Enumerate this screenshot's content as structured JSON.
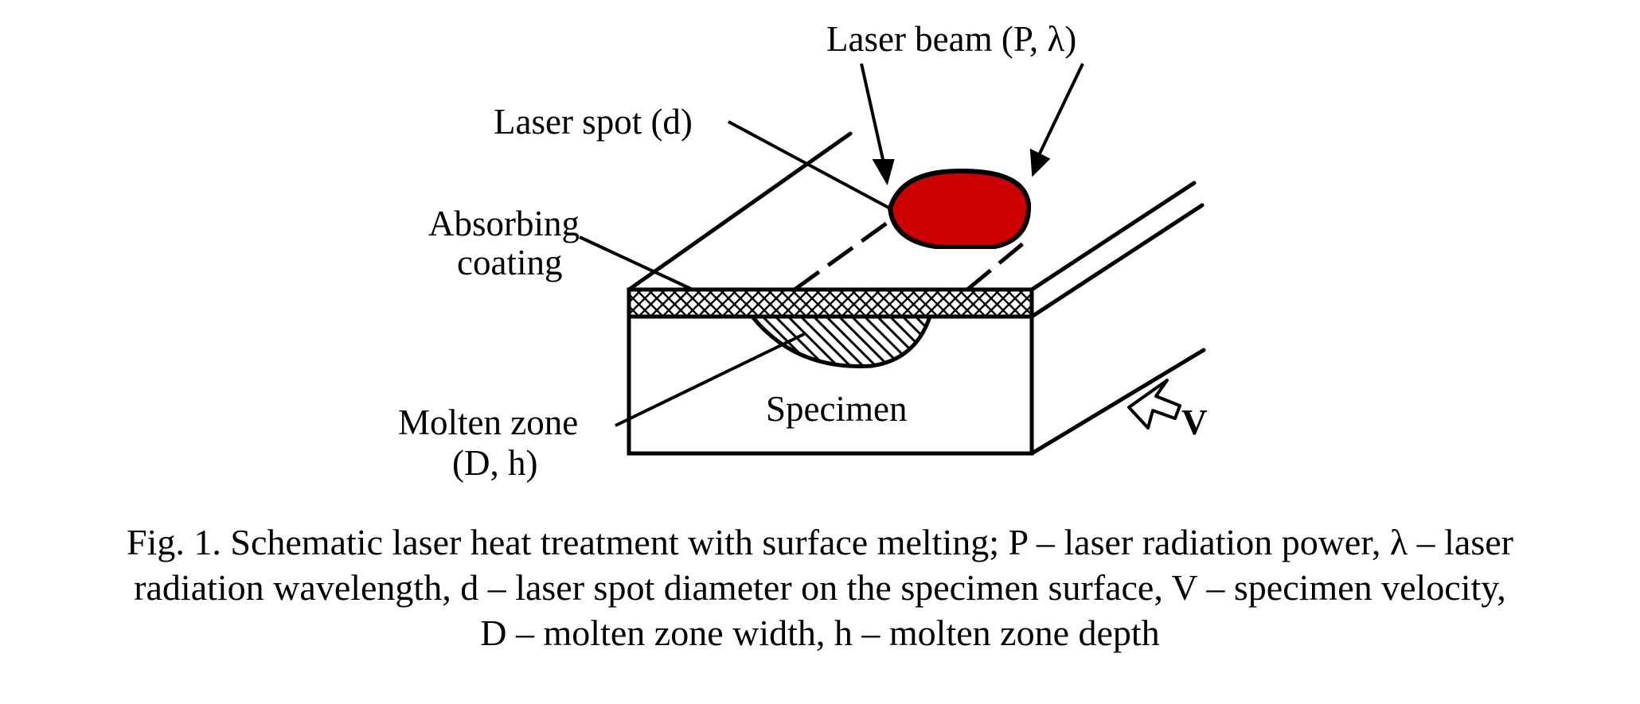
{
  "labels": {
    "laser_beam": "Laser beam (P, λ)",
    "laser_spot": "Laser spot (d)",
    "absorbing_line1": "Absorbing",
    "absorbing_line2": "coating",
    "molten_line1": "Molten zone",
    "molten_line2": "(D, h)",
    "specimen": "Specimen",
    "velocity": "V"
  },
  "caption": {
    "line1": "Fig. 1. Schematic laser heat treatment with surface melting; P – laser radiation power, λ – laser",
    "line2": "radiation wavelength, d – laser spot diameter on the specimen surface, V – specimen velocity,",
    "line3": "D – molten zone width, h – molten zone depth"
  },
  "colors": {
    "laser_spot_fill": "#cc0000",
    "stroke": "#000000"
  }
}
